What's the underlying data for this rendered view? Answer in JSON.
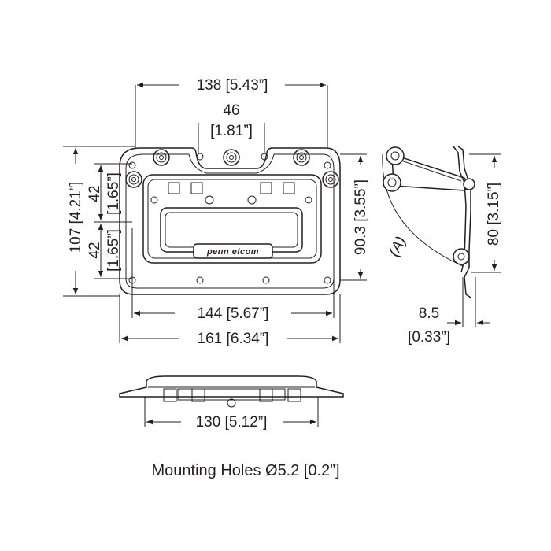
{
  "brand": {
    "logo_text": "penn elcom"
  },
  "view_label": "(A)",
  "dimensions": {
    "top_width": "138 [5.43”]",
    "handle_span": "46",
    "handle_span_in": "[1.81”]",
    "overall_height": "107 [4.21”]",
    "upper_height": "42",
    "upper_height_in": "[1.65”]",
    "lower_height": "42",
    "lower_height_in": "[1.65”]",
    "inner_height": "90.3 [3.55”]",
    "hole_spacing": "144 [5.67”]",
    "overall_width": "161 [6.34”]",
    "side_height": "80 [3.15”]",
    "depth": "8.5",
    "depth_in": "[0.33”]",
    "bottom_width": "130 [5.12”]"
  },
  "footnote": "Mounting Holes Ø5.2 [0.2”]"
}
